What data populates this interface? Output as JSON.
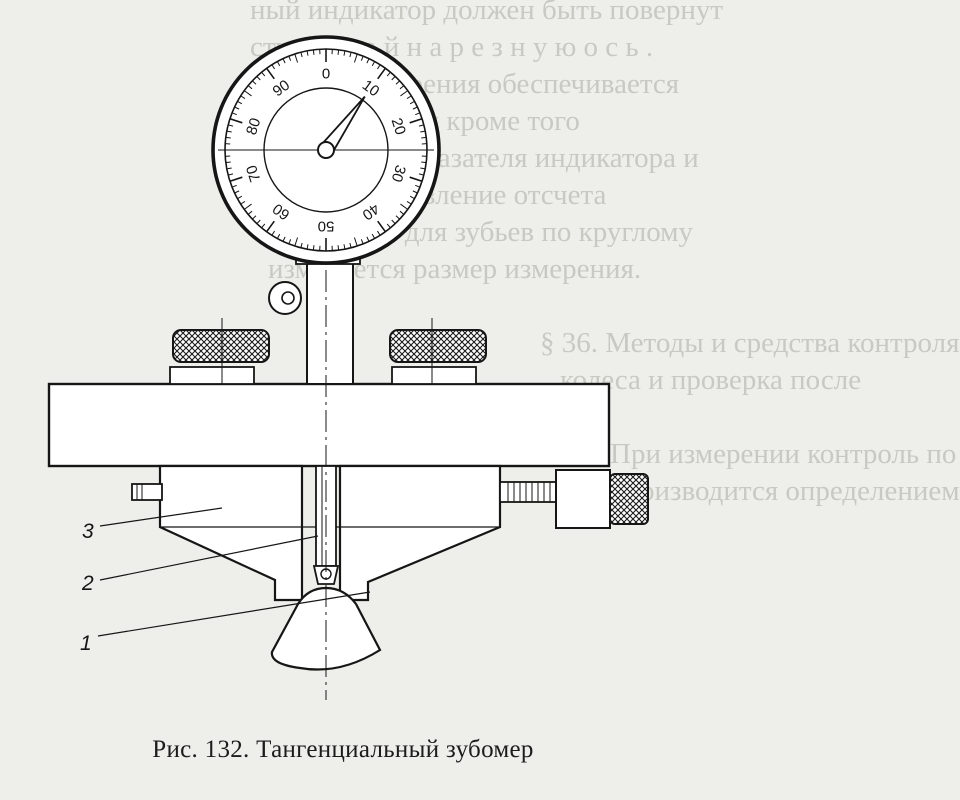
{
  "background_text": {
    "lines": [
      "ный индикатор должен быть повернут",
      "ступ у щ а й  н а р е з н у ю  о с ь .",
      "в ходе измерения обеспечивается",
      "по дорожке, и кроме того",
      "положение указателя индикатора и",
      "тела и направление отсчета",
      "измерения для зубьев по круглому",
      "измеряется размер измерения.",
      "",
      "§ 36. Методы и средства контроля",
      "колеса и проверка после",
      "",
      "При измерении контроль по",
      "производится определением"
    ]
  },
  "dial": {
    "scale_labels": [
      "0",
      "10",
      "20",
      "30",
      "40",
      "50",
      "60",
      "70",
      "80",
      "90"
    ],
    "pointer_value": 10
  },
  "callouts": {
    "part_1": "1",
    "part_2": "2",
    "part_3": "3"
  },
  "caption": {
    "text": "Рис. 132. Тангенциальный зубомер"
  }
}
